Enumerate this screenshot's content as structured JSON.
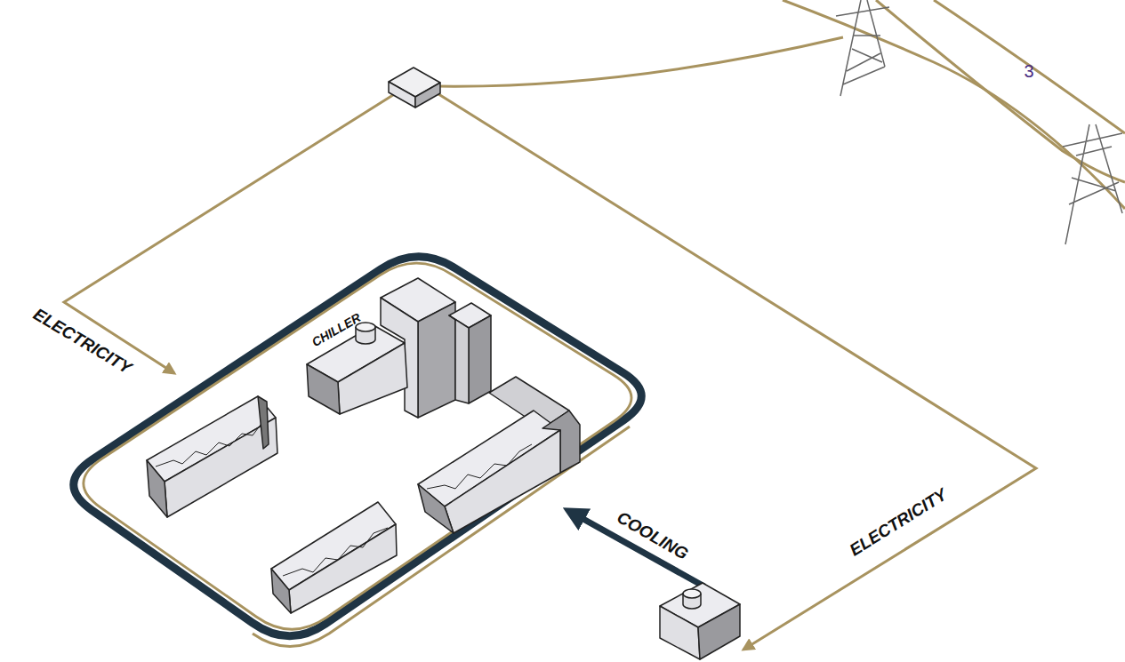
{
  "diagram": {
    "nodes": [
      {
        "text": [
          "CHILLER"
        ]
      }
    ],
    "labels": [
      "ELECTRICITY",
      "COOLING",
      "ELECTRICITY",
      "3"
    ]
  }
}
